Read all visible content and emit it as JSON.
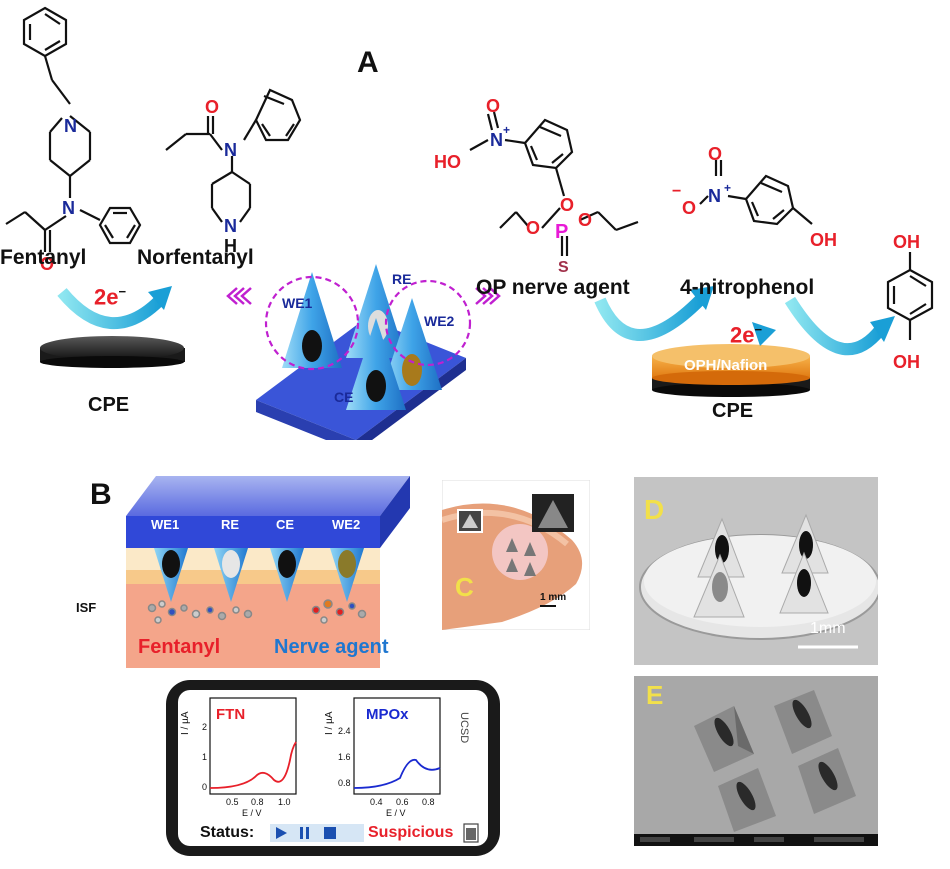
{
  "panels": {
    "a": "A",
    "b": "B",
    "c": "C",
    "d": "D",
    "e": "E"
  },
  "molecules": {
    "fentanyl": "Fentanyl",
    "norfentanyl": "Norfentanyl",
    "op_agent": "OP nerve agent",
    "nitrophenol": "4-nitrophenol"
  },
  "atoms": {
    "N": "N",
    "O": "O",
    "H": "H",
    "NH": "N",
    "HO": "HO",
    "OH": "OH",
    "P": "P",
    "S": "S",
    "plus": "+",
    "minus": "−"
  },
  "electrons_left": "2e",
  "electrons_right": "2e",
  "electrode_left": "CPE",
  "electrode_right": "CPE",
  "coating": "OPH/Nafion",
  "array_labels": {
    "we1": "WE1",
    "re": "RE",
    "we2": "WE2",
    "ce": "CE"
  },
  "section_b": {
    "labels": [
      "WE1",
      "RE",
      "CE",
      "WE2"
    ],
    "isf": "ISF",
    "fentanyl": "Fentanyl",
    "nerve": "Nerve agent"
  },
  "scale": {
    "c": "1 mm",
    "d": "1mm"
  },
  "phone": {
    "brand": "UCSD",
    "status_label": "Status:",
    "status_value": "Suspicious",
    "plot1": {
      "title": "FTN",
      "ylabel": "I / µA",
      "xlabel": "E / V",
      "yticks": [
        "0",
        "1",
        "2"
      ],
      "xticks": [
        "0.5",
        "0.8",
        "1.0"
      ]
    },
    "plot2": {
      "title": "MPOx",
      "ylabel": "I / µA",
      "xlabel": "E / V",
      "yticks": [
        "0.8",
        "1.6",
        "2.4"
      ],
      "xticks": [
        "0.4",
        "0.6",
        "0.8"
      ]
    }
  },
  "colors": {
    "red": "#e8202a",
    "blue": "#1f77d0",
    "magenta": "#e81ad6",
    "navy": "#1a2a8a"
  }
}
